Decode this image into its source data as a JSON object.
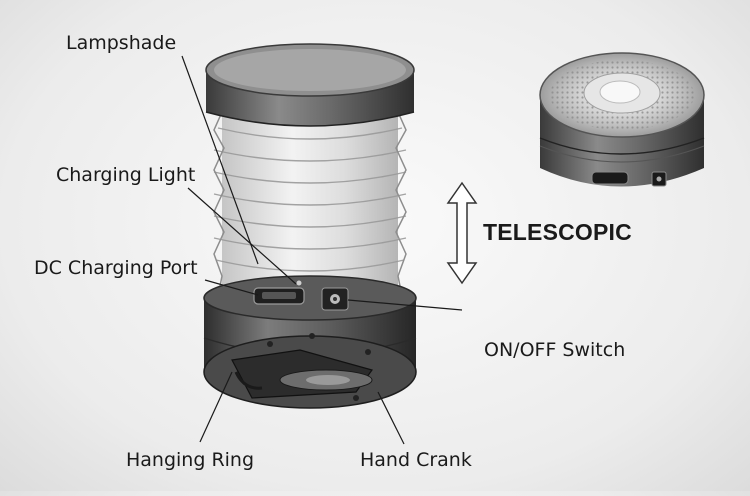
{
  "labels": {
    "lampshade": "Lampshade",
    "charging_light": "Charging Light",
    "dc_charging_port": "DC Charging Port",
    "telescopic": "TELESCOPIC",
    "on_off_switch": "ON/OFF Switch",
    "hanging_ring": "Hanging Ring",
    "hand_crank": "Hand Crank"
  },
  "colors": {
    "background": "#ececec",
    "body_dark": "#3a3a3a",
    "body_mid": "#6e6e6e",
    "shade_light": "#d6d6d6",
    "line": "#222222"
  }
}
